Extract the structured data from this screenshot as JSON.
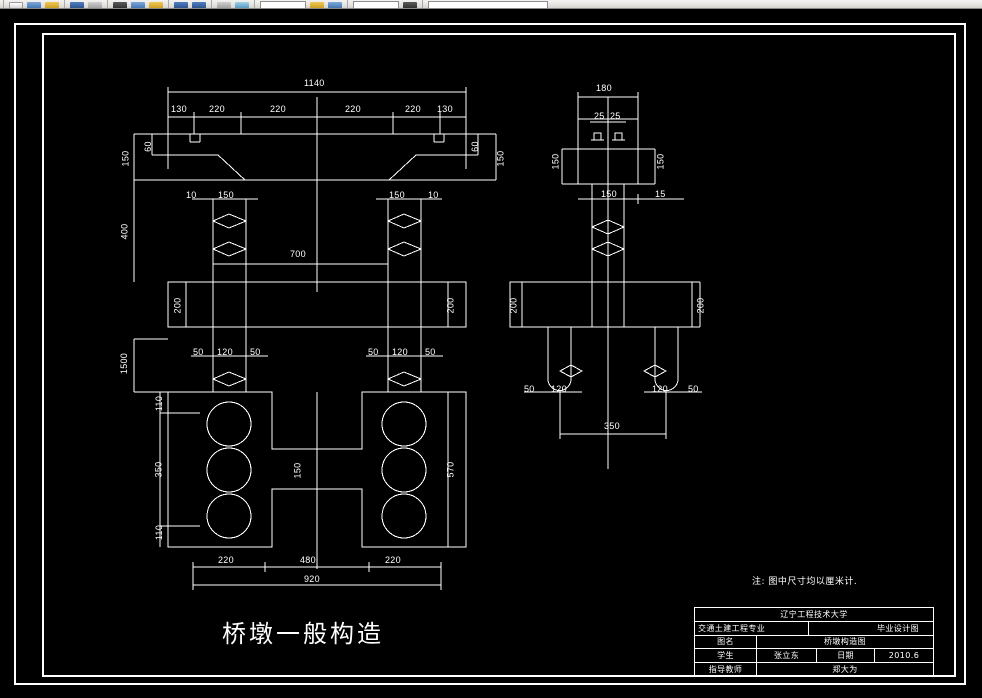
{
  "app": {
    "background_color": "#000000",
    "line_color": "#ffffff",
    "toolbar_bg": "#ece9e4"
  },
  "toolbar": {
    "items": [
      {
        "name": "new-file-icon",
        "style": "ico-white"
      },
      {
        "name": "open-folder-icon",
        "style": "ico-gold"
      },
      {
        "name": "save-icon",
        "style": "ico-blue"
      },
      {
        "name": "print-icon",
        "style": "ico-gray"
      },
      {
        "name": "plot-preview-icon",
        "style": "ico-navy"
      },
      {
        "name": "publish-icon",
        "style": "ico-cyan"
      },
      {
        "name": "cut-icon",
        "style": "ico-dark"
      },
      {
        "name": "copy-icon",
        "style": "ico-blue"
      },
      {
        "name": "paste-icon",
        "style": "ico-gold"
      },
      {
        "name": "undo-icon",
        "style": "ico-navy"
      },
      {
        "name": "redo-icon",
        "style": "ico-navy"
      },
      {
        "name": "pan-icon",
        "style": "ico-gray"
      },
      {
        "name": "zoom-icon",
        "style": "ico-cyan"
      },
      {
        "name": "properties-icon",
        "style": "ico-blue"
      },
      {
        "name": "layer-manager-icon",
        "style": "ico-gold"
      },
      {
        "name": "match-properties-icon",
        "style": "ico-dark"
      }
    ],
    "layer_field_value": "",
    "color_field_value": "",
    "linetype_field_value": ""
  },
  "drawing": {
    "title": "桥墩一般构造",
    "note": "注: 图中尺寸均以厘米计.",
    "views": {
      "elevation": {
        "name": "front-elevation-view",
        "top_total": "1140",
        "top_segments": [
          "130",
          "220",
          "220",
          "220",
          "220",
          "130"
        ],
        "cap_slope_right": "60",
        "cap_height_left": "150",
        "cap_height_right": "150",
        "column_offset_left": "10",
        "column_width_left": "150",
        "column_width_right": "150",
        "column_offset_right": "10",
        "column_height": "400",
        "column_clear_span": "700",
        "cap_beam_height_left": "200",
        "cap_beam_height_right": "200",
        "overall_height": "1500",
        "pile_group_left": [
          "50",
          "120",
          "50"
        ],
        "pile_group_right": [
          "50",
          "120",
          "50"
        ],
        "footing_notch": "150",
        "footing_top_edge": "110",
        "footing_mid": "350",
        "footing_bottom_edge": "110",
        "footing_height_right": "570",
        "bottom_segments": [
          "220",
          "480",
          "220"
        ],
        "bottom_total": "920"
      },
      "side": {
        "name": "side-elevation-view",
        "top_width": "180",
        "bearing_left": "25",
        "bearing_right": "25",
        "cap_height_left": "150",
        "cap_height_right": "150",
        "column_width": "150",
        "column_offset": "15",
        "cap_beam_height_left": "200",
        "cap_beam_height_right": "200",
        "pile_left": [
          "50",
          "120"
        ],
        "pile_right": [
          "120",
          "50"
        ],
        "pile_spacing": "350"
      }
    }
  },
  "title_block": {
    "name": "drawing-title-block",
    "university": "辽宁工程技术大学",
    "major": "交通土建工程专业",
    "doc_type": "毕业设计图",
    "drawing_name_label": "图名",
    "drawing_name_value": "桥墩构造图",
    "student_label": "学生",
    "student_value": "张立东",
    "date_label": "日期",
    "date_value": "2010.6",
    "instructor_label": "指导教师",
    "instructor_value": "郑大为"
  }
}
